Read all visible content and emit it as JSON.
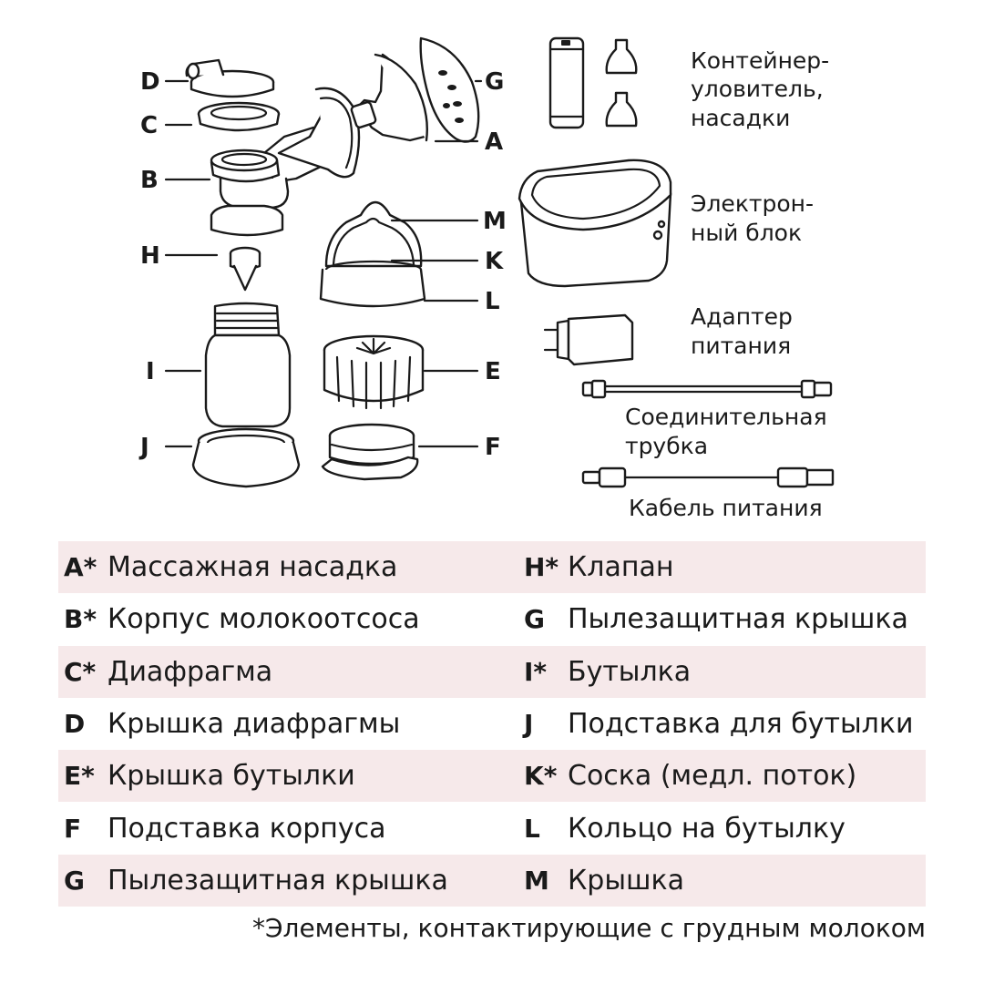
{
  "callouts": {
    "a": "A",
    "b": "B",
    "c": "C",
    "d": "D",
    "e": "E",
    "f": "F",
    "g": "G",
    "h": "H",
    "i": "I",
    "j": "J",
    "k": "K",
    "l": "L",
    "m": "M"
  },
  "accessories": {
    "container": [
      "Контейнер-",
      "уловитель,",
      "насадки"
    ],
    "unit": [
      "Электрон-",
      "ный блок"
    ],
    "adapter": [
      "Адаптер",
      "питания"
    ],
    "tube": [
      "Соединительная",
      "трубка"
    ],
    "cable": "Кабель питания"
  },
  "legend": [
    {
      "left": {
        "code": "A*",
        "name": "Массажная насадка"
      },
      "right": {
        "code": "H*",
        "name": "Клапан"
      }
    },
    {
      "left": {
        "code": "B*",
        "name": "Корпус молокоотсоса"
      },
      "right": {
        "code": "G",
        "name": "Пылезащитная крышка"
      }
    },
    {
      "left": {
        "code": "C*",
        "name": "Диафрагма"
      },
      "right": {
        "code": "I*",
        "name": "Бутылка"
      }
    },
    {
      "left": {
        "code": "D",
        "name": "Крышка диафрагмы"
      },
      "right": {
        "code": "J",
        "name": "Подставка для бутылки"
      }
    },
    {
      "left": {
        "code": "E*",
        "name": "Крышка бутылки"
      },
      "right": {
        "code": "K*",
        "name": "Соска (медл. поток)"
      }
    },
    {
      "left": {
        "code": "F",
        "name": "Подставка корпуса"
      },
      "right": {
        "code": "L",
        "name": "Кольцо на бутылку"
      }
    },
    {
      "left": {
        "code": "G",
        "name": "Пылезащитная крышка"
      },
      "right": {
        "code": "M",
        "name": "Крышка"
      }
    }
  ],
  "footnote": "*Элементы, контактирующие с грудным молоком",
  "colors": {
    "row_shade": "#f6e9ea",
    "line": "#1a1a1a",
    "background": "#ffffff"
  }
}
